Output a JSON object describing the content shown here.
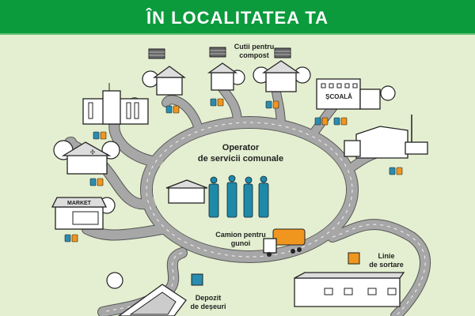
{
  "header": {
    "title": "ÎN LOCALITATEA TA"
  },
  "labels": {
    "compost": [
      "Cutii pentru",
      "compost"
    ],
    "operator": [
      "Operator",
      "de servicii comunale"
    ],
    "truck": [
      "Camion pentru",
      "gunoi"
    ],
    "sorting": [
      "Linie",
      "de sortare"
    ],
    "landfill": [
      "Depozit",
      "de deșeuri"
    ],
    "school_sign": "ȘCOALĂ",
    "market_sign": "MARKET"
  },
  "colors": {
    "header": "#0b9b3d",
    "background": "#e4efd1",
    "road": "#a7a7a7",
    "bin_blue": "#2a8db0",
    "bin_orange": "#f0961e",
    "workers": "#1e8aa8",
    "truck": "#f0961e"
  }
}
